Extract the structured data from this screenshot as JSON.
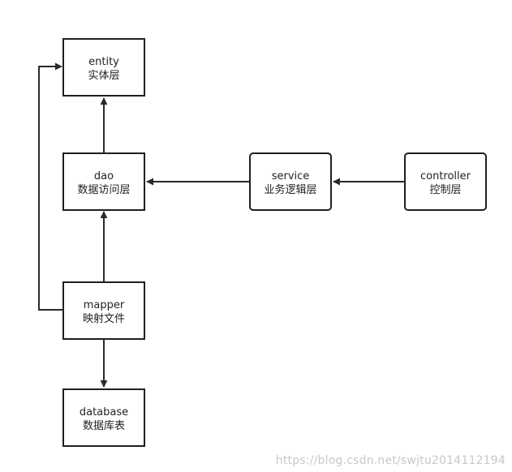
{
  "diagram": {
    "nodes": {
      "entity": {
        "title": "entity",
        "subtitle": "实体层"
      },
      "dao": {
        "title": "dao",
        "subtitle": "数据访问层"
      },
      "service": {
        "title": "service",
        "subtitle": "业务逻辑层"
      },
      "controller": {
        "title": "controller",
        "subtitle": "控制层"
      },
      "mapper": {
        "title": "mapper",
        "subtitle": "映射文件"
      },
      "database": {
        "title": "database",
        "subtitle": "数据库表"
      }
    },
    "edges": [
      {
        "from": "dao",
        "to": "entity"
      },
      {
        "from": "service",
        "to": "dao"
      },
      {
        "from": "controller",
        "to": "service"
      },
      {
        "from": "mapper",
        "to": "dao"
      },
      {
        "from": "mapper",
        "to": "entity"
      },
      {
        "from": "mapper",
        "to": "database"
      }
    ],
    "colors": {
      "stroke": "#1f1f1f",
      "background": "#ffffff"
    }
  },
  "watermark": "https://blog.csdn.net/swjtu2014112194"
}
